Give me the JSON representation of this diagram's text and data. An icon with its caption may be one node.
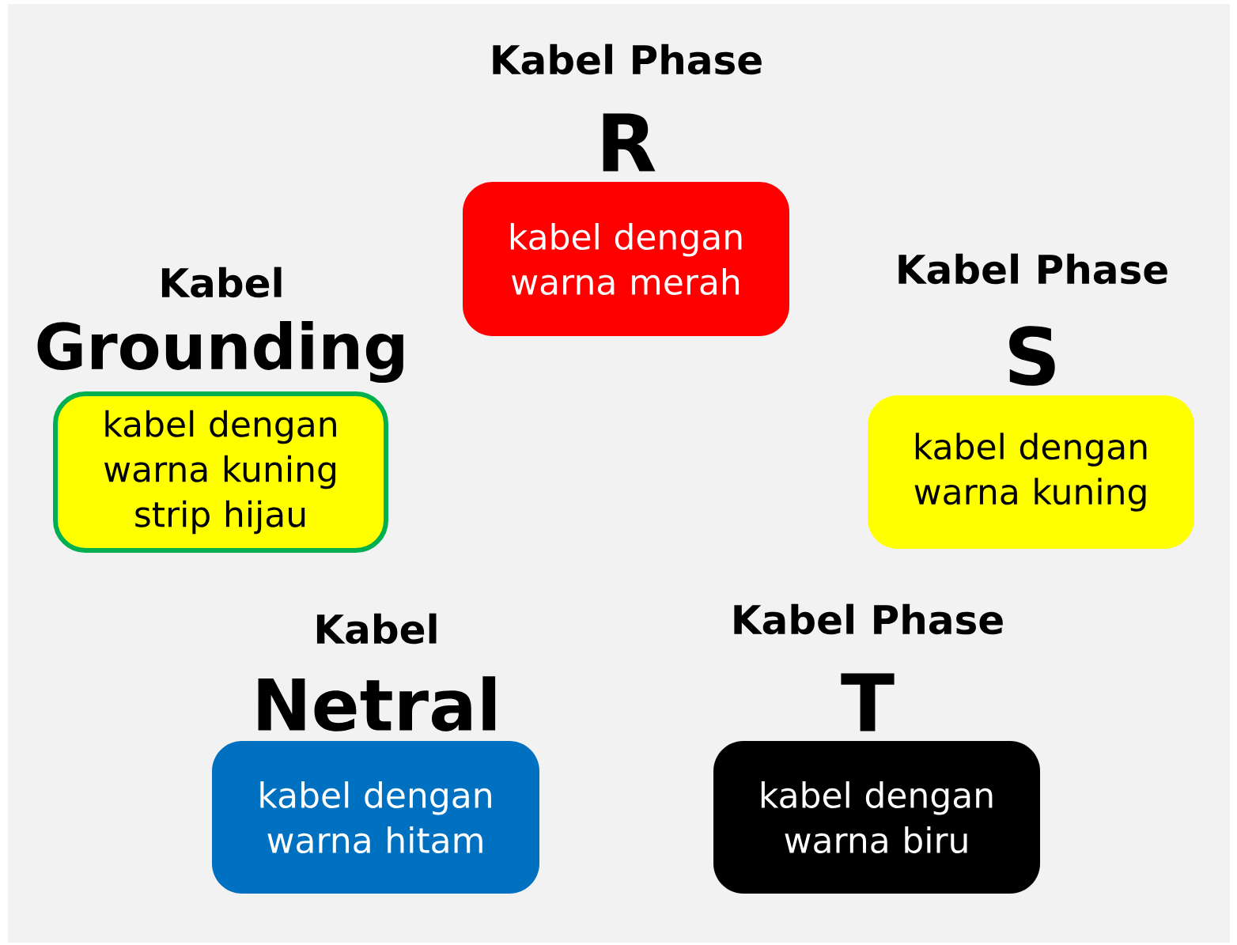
{
  "diagram": {
    "nodes": [
      {
        "text": [
          "Kabel Phase",
          "R",
          "kabel dengan warna merah"
        ]
      },
      {
        "text": [
          "Kabel",
          "Grounding",
          "kabel dengan warna kuning strip hijau"
        ]
      },
      {
        "text": [
          "Kabel Phase",
          "S",
          "kabel dengan warna kuning"
        ]
      },
      {
        "text": [
          "Kabel",
          "Netral",
          "kabel dengan warna hitam"
        ]
      },
      {
        "text": [
          "Kabel Phase",
          "T",
          "kabel dengan warna biru"
        ]
      }
    ]
  }
}
